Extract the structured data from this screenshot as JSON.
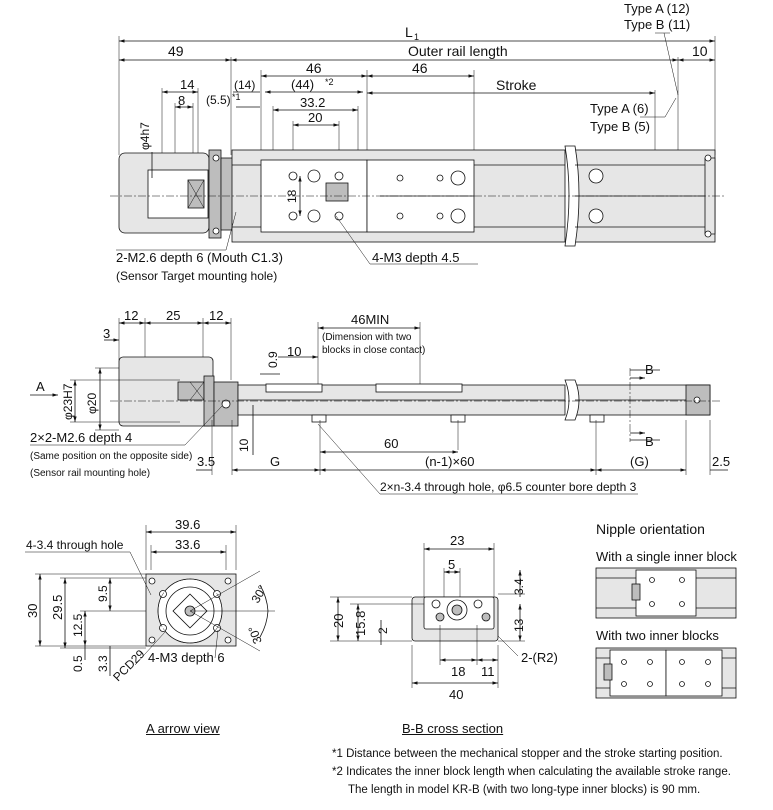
{
  "top_view": {
    "type_a_12": "Type A (12)",
    "type_b_11": "Type B (11)",
    "l1": "L",
    "l1_sub": "1",
    "dim_49": "49",
    "outer_rail_length": "Outer rail length",
    "dim_10": "10",
    "dim_46a": "46",
    "dim_44": "(44)",
    "dim_44_note": "*2",
    "dim_46b": "46",
    "stroke": "Stroke",
    "dim_14": "14",
    "dim_14p": "(14)",
    "dim_8": "8",
    "dim_5_5": "(5.5)",
    "dim_5_5_note": "*1",
    "dim_33_2": "33.2",
    "dim_20": "20",
    "phi_4h7": "φ4h7",
    "dim_18": "18",
    "type_a_6": "Type A (6)",
    "type_b_5": "Type B (5)",
    "hole_m26": "2-M2.6 depth 6 (Mouth C1.3)",
    "hole_m26_note": "(Sensor Target mounting hole)",
    "hole_m3": "4-M3 depth 4.5"
  },
  "side_view": {
    "dim_12a": "12",
    "dim_25": "25",
    "dim_12b": "12",
    "dim_3": "3",
    "dim_46min": "46MIN",
    "dim_46min_note1": "(Dimension with two",
    "dim_46min_note2": "blocks in close contact)",
    "dim_0_9": "0.9",
    "dim_10": "10",
    "arrow_a": "A",
    "phi_23h7": "φ23H7",
    "phi_20": "φ20",
    "section_b_top": "B",
    "section_b_bot": "B",
    "hole_m26": "2×2-M2.6 depth 4",
    "hole_m26_note1": "(Same position on the opposite side)",
    "hole_m26_note2": "(Sensor rail mounting hole)",
    "dim_10v": "10",
    "dim_60": "60",
    "dim_3_5": "3.5",
    "dim_g": "G",
    "dim_n1_60": "(n-1)×60",
    "dim_g2": "(G)",
    "dim_2_5": "2.5",
    "through_hole": "2×n-3.4 through hole, φ6.5 counter bore depth 3"
  },
  "a_view": {
    "dim_39_6": "39.6",
    "dim_33_6": "33.6",
    "through_hole": "4-3.4 through hole",
    "dim_30": "30",
    "dim_29_5": "29.5",
    "dim_9_5": "9.5",
    "dim_12_5": "12.5",
    "dim_0_5": "0.5",
    "dim_3_3": "3.3",
    "angle_30a": "30°",
    "angle_30b": "30°",
    "pcd": "PCD29",
    "m3": "4-M3 depth 6",
    "title": "A arrow view"
  },
  "bb_section": {
    "dim_23": "23",
    "dim_5": "5",
    "dim_3_4": "3.4",
    "dim_20": "20",
    "dim_15_8": "15.8",
    "dim_2": "2",
    "dim_13": "13",
    "dim_18": "18",
    "dim_11": "11",
    "r2": "2-(R2)",
    "dim_40": "40",
    "title": "B-B cross section"
  },
  "nipple": {
    "title": "Nipple orientation",
    "single": "With a single inner block",
    "double": "With two inner blocks"
  },
  "notes": {
    "n1": "*1 Distance between the mechanical stopper and the stroke starting position.",
    "n2": "*2 Indicates the inner block length when calculating the available stroke range.",
    "n3": "The length in model KR-B (with two long-type inner blocks) is 90 mm."
  }
}
